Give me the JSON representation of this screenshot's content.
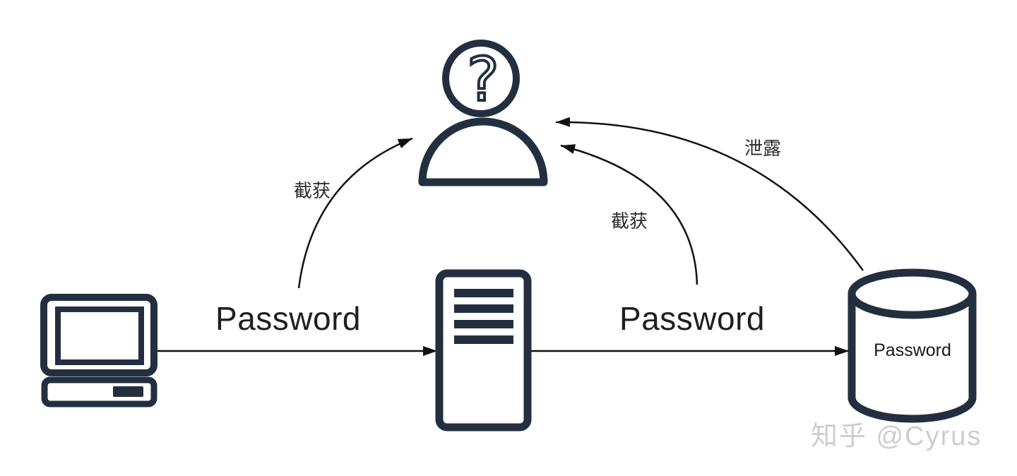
{
  "title": "password-flow-diagram",
  "colors": {
    "icon_stroke": "#232f3e",
    "arrow": "#111111",
    "label_text": "#1f1f1f",
    "watermark": "#c9c9c9",
    "background": "#ffffff"
  },
  "nodes": {
    "attacker": {
      "icon": "question-person-icon",
      "glyph": "?"
    },
    "client": {
      "icon": "computer-icon"
    },
    "server": {
      "icon": "server-icon"
    },
    "database": {
      "icon": "database-cylinder-icon",
      "label": "Password"
    }
  },
  "edges": {
    "client_to_server": {
      "label": "Password"
    },
    "server_to_database": {
      "label": "Password"
    },
    "client_intercept": {
      "label": "截获"
    },
    "server_intercept": {
      "label": "截获"
    },
    "database_leak": {
      "label": "泄露"
    }
  },
  "watermark": "知乎 @Cyrus"
}
